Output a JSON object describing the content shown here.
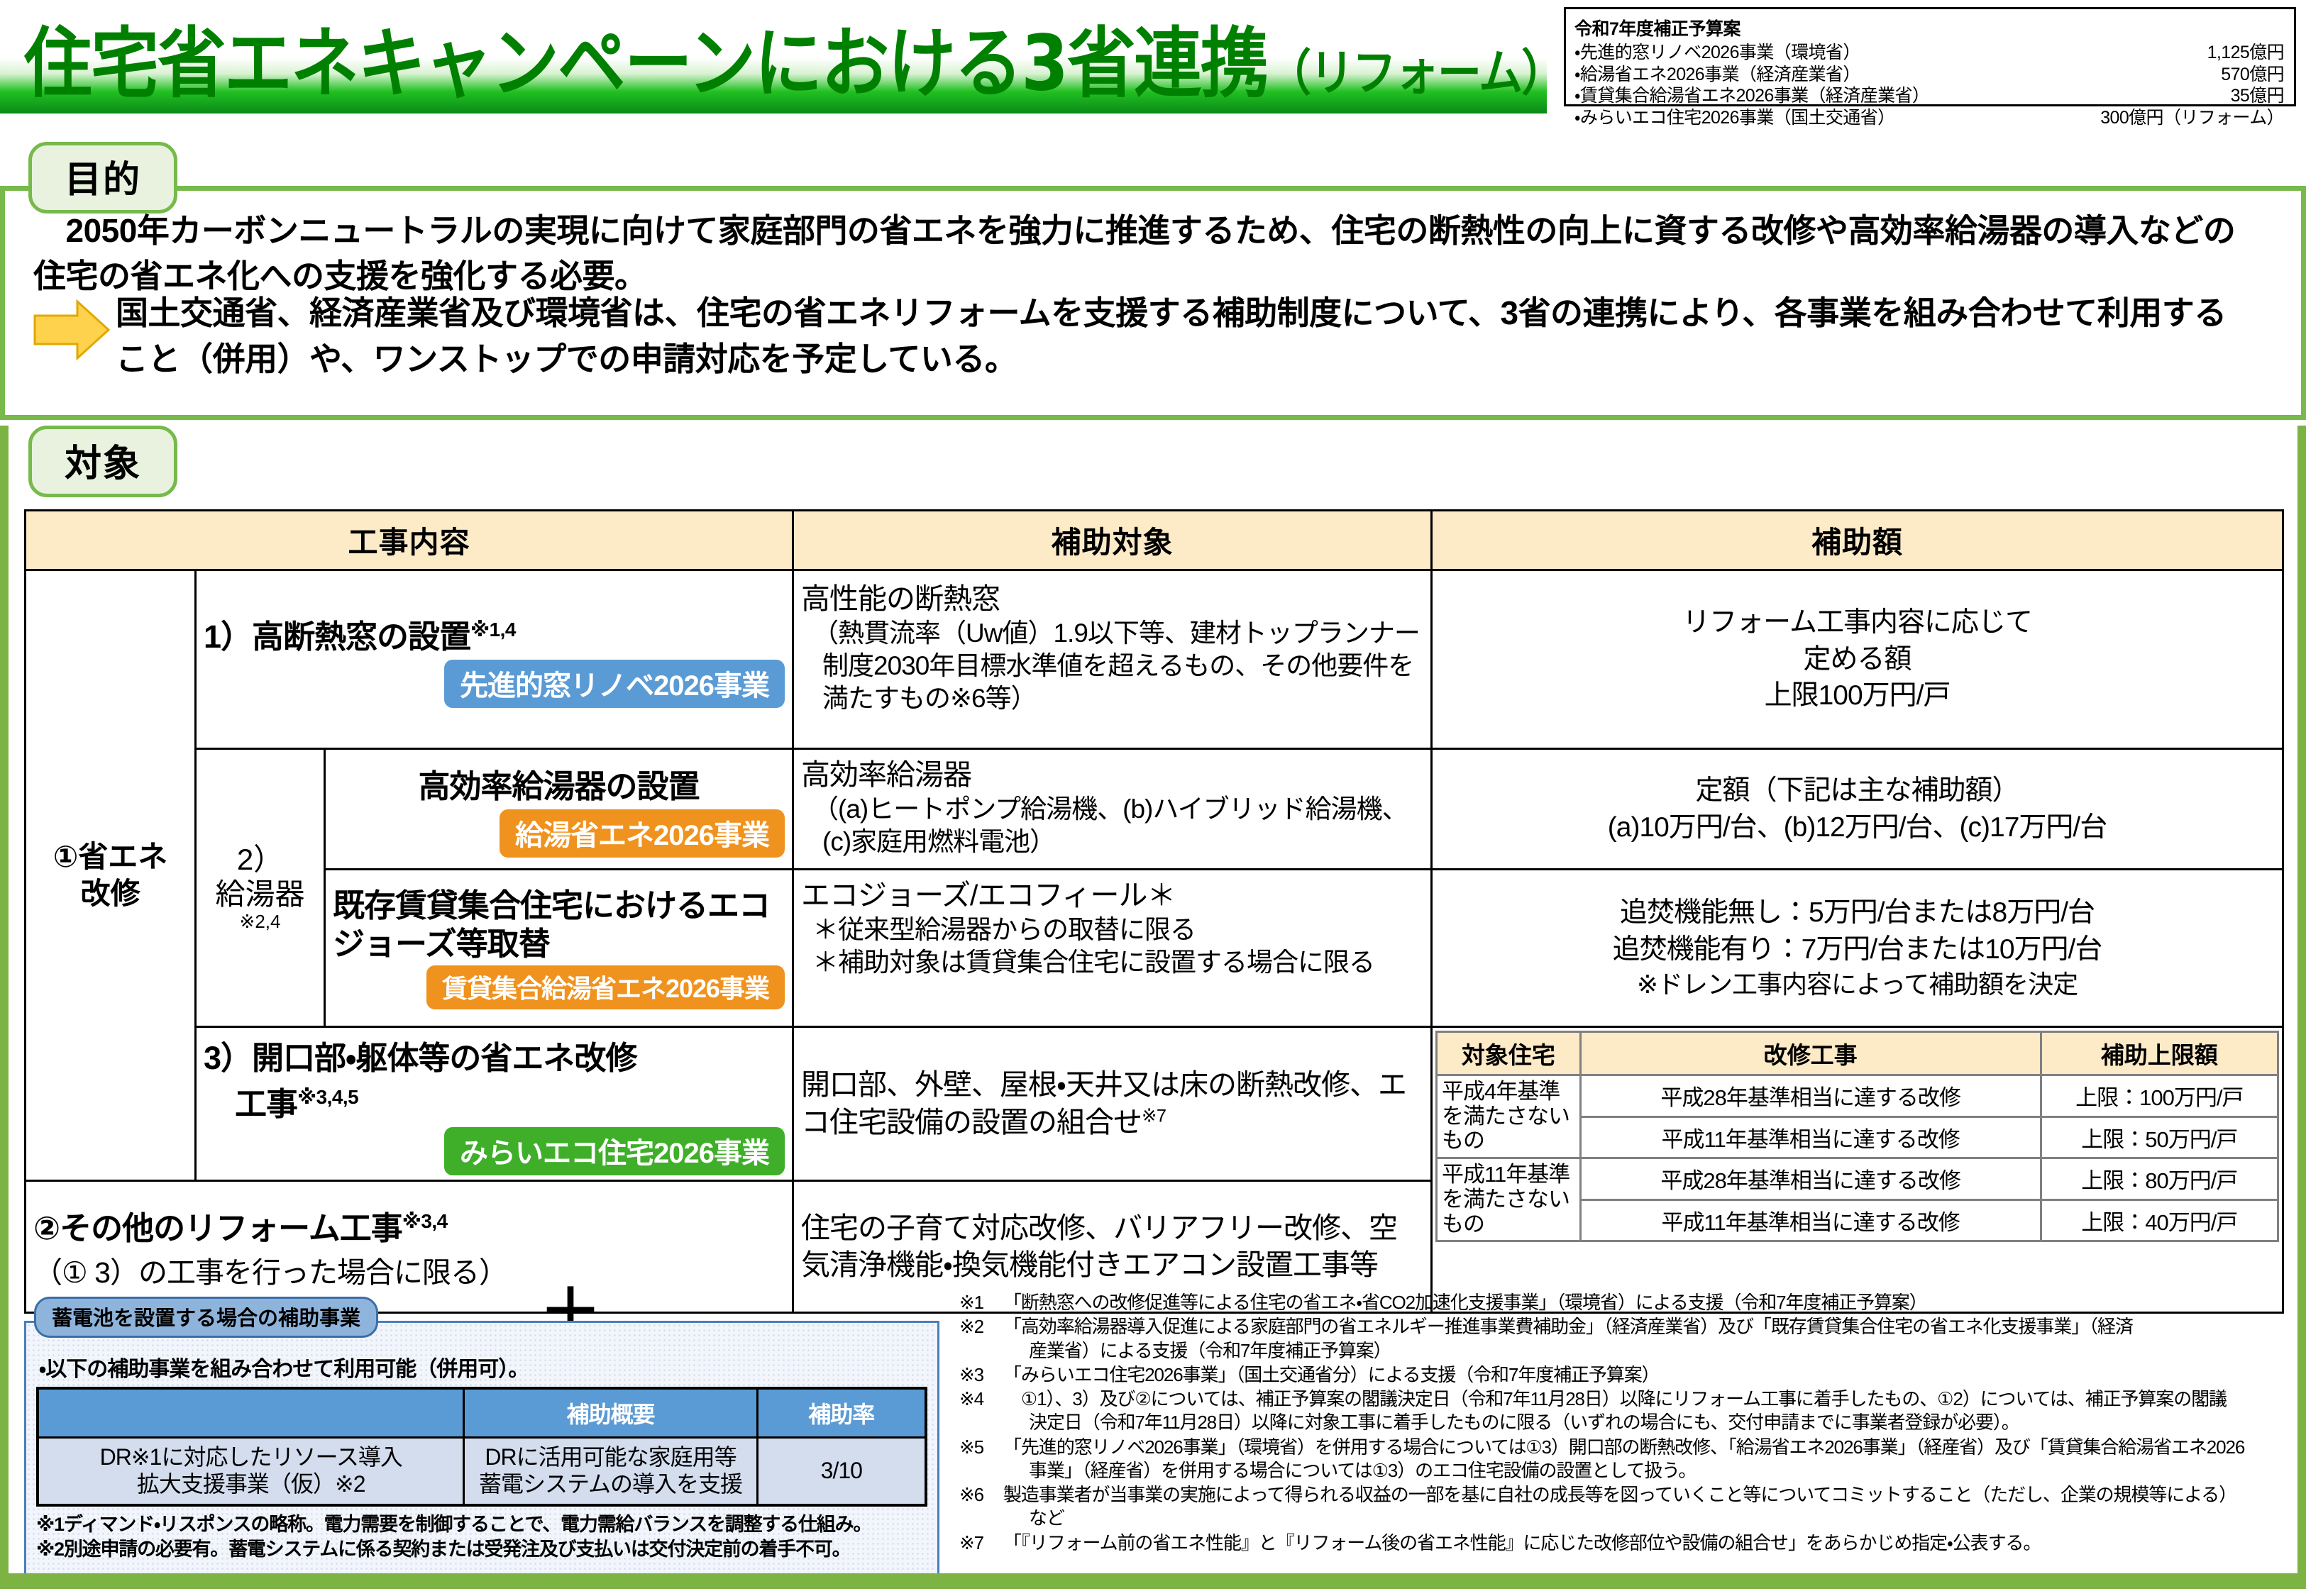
{
  "title": {
    "main": "住宅省エネキャンペーンにおける3省連携",
    "paren": "（リフォーム）"
  },
  "budget": {
    "heading": "令和7年度補正予算案",
    "rows": [
      {
        "label": "・先進的窓リノベ2026事業（環境省）",
        "amount": "1,125億円"
      },
      {
        "label": "・給湯省エネ2026事業（経済産業省）",
        "amount": "570億円"
      },
      {
        "label": "・賃貸集合給湯省エネ2026事業（経済産業省）",
        "amount": "35億円"
      },
      {
        "label": "・みらいエコ住宅2026事業（国土交通省）",
        "amount": "300億円（リフォーム）"
      }
    ]
  },
  "sections": {
    "purpose_tab": "目的",
    "target_tab": "対象"
  },
  "purpose": {
    "paragraph1": "　2050年カーボンニュートラルの実現に向けて家庭部門の省エネを強力に推進するため、住宅の断熱性の向上に資する改修や高効率給湯器の導入などの住宅の省エネ化への支援を強化する必要。",
    "paragraph2": "国土交通省、経済産業省及び環境省は、住宅の省エネリフォームを支援する補助制度について、3省の連携により、各事業を組み合わせて利用すること（併用）や、ワンストップでの申請対応を予定している。"
  },
  "table": {
    "headers": {
      "work": "工事内容",
      "target": "補助対象",
      "amount": "補助額"
    },
    "group1": {
      "label_line1": "①省エネ",
      "label_line2": "改修"
    },
    "row1": {
      "work": "1）高断熱窓の設置",
      "work_sup": "※1,4",
      "badge": "先進的窓リノベ2026事業",
      "badge_color": "#5b9bd5",
      "target_title": "高性能の断熱窓",
      "target_detail": "（熱貫流率（Uw値）1.9以下等、建材トップランナー制度2030年目標水準値を超えるもの、その他要件を満たすもの※6等）",
      "amount_lines": [
        "リフォーム工事内容に応じて",
        "定める額",
        "上限100万円/戸"
      ]
    },
    "row2_group": {
      "num": "2）",
      "label": "給湯器",
      "sup": "※2,4"
    },
    "row2a": {
      "work": "高効率給湯器の設置",
      "badge": "給湯省エネ2026事業",
      "badge_color": "#f0921e",
      "target_title": "高効率給湯器",
      "target_detail": "（(a)ヒートポンプ給湯機、(b)ハイブリッド給湯機、(c)家庭用燃料電池）",
      "amount_lines": [
        "定額（下記は主な補助額）",
        "(a)10万円/台、(b)12万円/台、(c)17万円/台"
      ]
    },
    "row2b": {
      "work": "既存賃貸集合住宅におけるエコジョーズ等取替",
      "badge": "賃貸集合給湯省エネ2026事業",
      "badge_color": "#f0921e",
      "target_title": "エコジョーズ/エコフィール＊",
      "target_note1": "＊従来型給湯器からの取替に限る",
      "target_note2": "＊補助対象は賃貸集合住宅に設置する場合に限る",
      "amount_lines": [
        "追焚機能無し：5万円/台または8万円/台",
        "追焚機能有り：7万円/台または10万円/台",
        "※ドレン工事内容によって補助額を決定"
      ]
    },
    "row3": {
      "work_line1": "3）開口部・躯体等の省エネ改修",
      "work_line2": "工事",
      "work_sup": "※3,4,5",
      "badge": "みらいエコ住宅2026事業",
      "badge_color": "#3fae29",
      "target": "開口部、外壁、屋根・天井又は床の断熱改修、エコ住宅設備の設置の組合せ",
      "target_sup": "※7",
      "nested": {
        "headers": [
          "対象住宅",
          "改修工事",
          "補助上限額"
        ],
        "rows": [
          {
            "house": "平成4年基準を満たさないもの",
            "works": [
              "平成28年基準相当に達する改修",
              "平成11年基準相当に達する改修"
            ],
            "caps": [
              "上限：100万円/戸",
              "上限：50万円/戸"
            ]
          },
          {
            "house": "平成11年基準を満たさないもの",
            "works": [
              "平成28年基準相当に達する改修",
              "平成11年基準相当に達する改修"
            ],
            "caps": [
              "上限：80万円/戸",
              "上限：40万円/戸"
            ]
          }
        ]
      }
    },
    "row4": {
      "work_line1": "②その他のリフォーム工事",
      "work_sup": "※3,4",
      "work_line2": "（① 3）の工事を行った場合に限る）",
      "target": "住宅の子育て対応改修、バリアフリー改修、空気清浄機能・換気機能付きエアコン設置工事等"
    }
  },
  "plus_sign": "＋",
  "battery": {
    "tab": "蓄電池を設置する場合の補助事業",
    "lead": "・以下の補助事業を組み合わせて利用可能（併用可）。",
    "headers": [
      "",
      "補助概要",
      "補助率"
    ],
    "row": {
      "name_line1": "DR※1に対応したリソース導入",
      "name_line2": "拡大支援事業（仮）※2",
      "outline_line1": "DRに活用可能な家庭用等",
      "outline_line2": "蓄電システムの導入を支援",
      "rate": "3/10"
    },
    "notes": [
      "※1ディマンド・リスポンスの略称。電力需要を制御することで、電力需給バランスを調整する仕組み。",
      "※2別途申請の必要有。蓄電システムに係る契約または受発注及び支払いは交付決定前の着手不可。"
    ]
  },
  "footnotes": [
    {
      "mark": "※1",
      "text": "「断熱窓への改修促進等による住宅の省エネ・省CO2加速化支援事業」（環境省）による支援（令和7年度補正予算案）",
      "cont": ""
    },
    {
      "mark": "※2",
      "text": "「高効率給湯器導入促進による家庭部門の省エネルギー推進事業費補助金」（経済産業省）及び「既存賃貸集合住宅の省エネ化支援事業」（経済",
      "cont": "産業省）による支援（令和7年度補正予算案）"
    },
    {
      "mark": "※3",
      "text": "「みらいエコ住宅2026事業」（国土交通省分）による支援（令和7年度補正予算案）",
      "cont": ""
    },
    {
      "mark": "※4",
      "text": "　①1）、3）及び②については、補正予算案の閣議決定日（令和7年11月28日）以降にリフォーム工事に着手したもの、①2）については、補正予算案の閣議",
      "cont": "決定日（令和7年11月28日）以降に対象工事に着手したものに限る（いずれの場合にも、交付申請までに事業者登録が必要）。"
    },
    {
      "mark": "※5",
      "text": "「先進的窓リノベ2026事業」（環境省）を併用する場合については①3）開口部の断熱改修、「給湯省エネ2026事業」（経産省）及び「賃貸集合給湯省エネ2026",
      "cont": "事業」（経産省）を併用する場合については①3）のエコ住宅設備の設置として扱う。"
    },
    {
      "mark": "※6",
      "text": "製造事業者が当事業の実施によって得られる収益の一部を基に自社の成長等を図っていくこと等についてコミットすること（ただし、企業の規模等による）",
      "cont": "など"
    },
    {
      "mark": "※7",
      "text": "「『リフォーム前の省エネ性能』と『リフォーム後の省エネ性能』に応じた改修部位や設備の組合せ」をあらかじめ指定・公表する。",
      "cont": ""
    }
  ],
  "colors": {
    "green_accent": "#77b94b",
    "title_green": "#008000",
    "header_cream": "#fdeac7",
    "blue_badge": "#5b9bd5",
    "orange_badge": "#f0921e",
    "green_badge": "#3fae29"
  }
}
